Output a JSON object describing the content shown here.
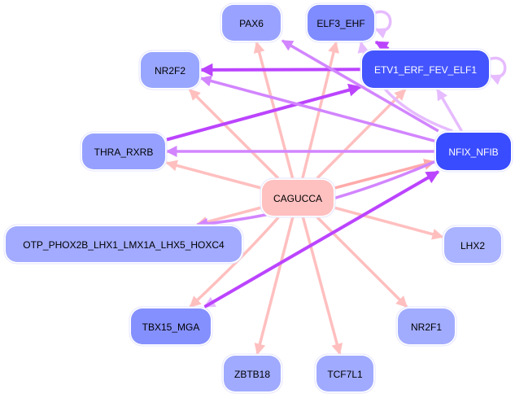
{
  "graph": {
    "title": "",
    "colors": {
      "edge_pink": "#ffbfbf",
      "edge_pink_strong": "#ffaaaa",
      "edge_purple": "#bb44ff",
      "edge_purple_mid": "#d285ff",
      "edge_purple_light": "#e6bbff",
      "node_border": "#e4e4ff"
    },
    "nodes": [
      {
        "id": "CAGUCCA",
        "label": "CAGUCCA",
        "fill": "#ffc0c0",
        "text": "#000000"
      },
      {
        "id": "PAX6",
        "label": "PAX6",
        "fill": "#99a3ff",
        "text": "#000000"
      },
      {
        "id": "ELF3_EHF",
        "label": "ELF3_EHF",
        "fill": "#7f8cff",
        "text": "#000000"
      },
      {
        "id": "ETV1_ERF_FEV_ELF1",
        "label": "ETV1_ERF_FEV_ELF1",
        "fill": "#4455ff",
        "text": "#ffffff"
      },
      {
        "id": "NR2F2",
        "label": "NR2F2",
        "fill": "#99a6ff",
        "text": "#000000"
      },
      {
        "id": "THRA_RXRB",
        "label": "THRA_RXRB",
        "fill": "#96a1ff",
        "text": "#000000"
      },
      {
        "id": "NFIX_NFIB",
        "label": "NFIX_NFIB",
        "fill": "#3a4cff",
        "text": "#ffffff"
      },
      {
        "id": "OTP_PHOX2B_LHX1_LMX1A_LHX5_HOXC4",
        "label": "OTP_PHOX2B_LHX1_LMX1A_LHX5_HOXC4",
        "fill": "#a2abff",
        "text": "#000000"
      },
      {
        "id": "LHX2",
        "label": "LHX2",
        "fill": "#aab3ff",
        "text": "#000000"
      },
      {
        "id": "TBX15_MGA",
        "label": "TBX15_MGA",
        "fill": "#8590ff",
        "text": "#000000"
      },
      {
        "id": "NR2F1",
        "label": "NR2F1",
        "fill": "#a2acff",
        "text": "#000000"
      },
      {
        "id": "ZBTB18",
        "label": "ZBTB18",
        "fill": "#a0aaff",
        "text": "#000000"
      },
      {
        "id": "TCF7L1",
        "label": "TCF7L1",
        "fill": "#a0aaff",
        "text": "#000000"
      }
    ],
    "edges": [
      {
        "from": "CAGUCCA",
        "to": "PAX6",
        "color": "edge_pink"
      },
      {
        "from": "CAGUCCA",
        "to": "ELF3_EHF",
        "color": "edge_pink"
      },
      {
        "from": "CAGUCCA",
        "to": "ETV1_ERF_FEV_ELF1",
        "color": "edge_pink"
      },
      {
        "from": "CAGUCCA",
        "to": "NR2F2",
        "color": "edge_pink"
      },
      {
        "from": "CAGUCCA",
        "to": "THRA_RXRB",
        "color": "edge_pink"
      },
      {
        "from": "CAGUCCA",
        "to": "NFIX_NFIB",
        "color": "edge_pink_strong"
      },
      {
        "from": "CAGUCCA",
        "to": "OTP_PHOX2B_LHX1_LMX1A_LHX5_HOXC4",
        "color": "edge_pink"
      },
      {
        "from": "CAGUCCA",
        "to": "LHX2",
        "color": "edge_pink"
      },
      {
        "from": "CAGUCCA",
        "to": "TBX15_MGA",
        "color": "edge_pink"
      },
      {
        "from": "CAGUCCA",
        "to": "NR2F1",
        "color": "edge_pink"
      },
      {
        "from": "CAGUCCA",
        "to": "ZBTB18",
        "color": "edge_pink"
      },
      {
        "from": "CAGUCCA",
        "to": "TCF7L1",
        "color": "edge_pink"
      },
      {
        "from": "ETV1_ERF_FEV_ELF1",
        "to": "NR2F2",
        "color": "edge_purple"
      },
      {
        "from": "ETV1_ERF_FEV_ELF1",
        "to": "ELF3_EHF",
        "color": "edge_purple"
      },
      {
        "from": "ETV1_ERF_FEV_ELF1",
        "to": "ETV1_ERF_FEV_ELF1",
        "color": "edge_purple_light"
      },
      {
        "from": "ELF3_EHF",
        "to": "ELF3_EHF",
        "color": "edge_purple_light"
      },
      {
        "from": "THRA_RXRB",
        "to": "ETV1_ERF_FEV_ELF1",
        "color": "edge_purple"
      },
      {
        "from": "NFIX_NFIB",
        "to": "PAX6",
        "color": "edge_purple_mid"
      },
      {
        "from": "NFIX_NFIB",
        "to": "NR2F2",
        "color": "edge_purple_mid"
      },
      {
        "from": "NFIX_NFIB",
        "to": "THRA_RXRB",
        "color": "edge_purple_mid"
      },
      {
        "from": "NFIX_NFIB",
        "to": "ELF3_EHF",
        "color": "edge_purple_light"
      },
      {
        "from": "NFIX_NFIB",
        "to": "ETV1_ERF_FEV_ELF1",
        "color": "edge_purple_light"
      },
      {
        "from": "NFIX_NFIB",
        "to": "OTP_PHOX2B_LHX1_LMX1A_LHX5_HOXC4",
        "color": "edge_purple_mid"
      },
      {
        "from": "NFIX_NFIB",
        "to": "TBX15_MGA",
        "color": "edge_purple_light"
      },
      {
        "from": "TBX15_MGA",
        "to": "NFIX_NFIB",
        "color": "edge_purple"
      }
    ]
  }
}
